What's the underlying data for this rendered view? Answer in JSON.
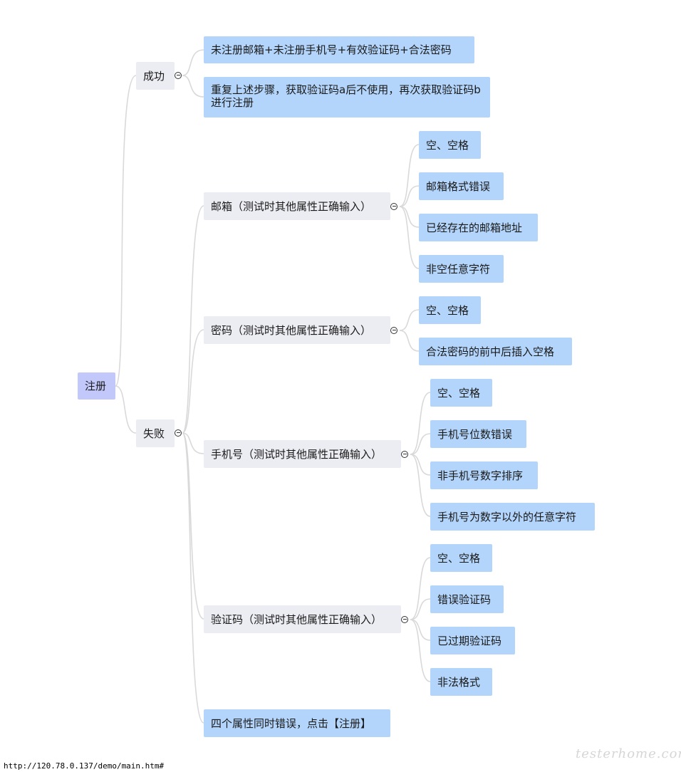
{
  "root": {
    "label": "注册"
  },
  "success": {
    "label": "成功",
    "items": [
      "未注册邮箱+未注册手机号+有效验证码+合法密码",
      "重复上述步骤，获取验证码a后不使用，再次获取验证码b进行注册"
    ]
  },
  "failure": {
    "label": "失败",
    "email": {
      "label": "邮箱（测试时其他属性正确输入）",
      "items": [
        "空、空格",
        "邮箱格式错误",
        "已经存在的邮箱地址",
        "非空任意字符"
      ]
    },
    "password": {
      "label": "密码（测试时其他属性正确输入）",
      "items": [
        "空、空格",
        "合法密码的前中后插入空格"
      ]
    },
    "phone": {
      "label": "手机号（测试时其他属性正确输入）",
      "items": [
        "空、空格",
        "手机号位数错误",
        "非手机号数字排序",
        "手机号为数字以外的任意字符"
      ]
    },
    "captcha": {
      "label": "验证码（测试时其他属性正确输入）",
      "items": [
        "空、空格",
        "错误验证码",
        "已过期验证码",
        "非法格式"
      ]
    },
    "all_wrong": "四个属性同时错误，点击【注册】"
  },
  "status_url": "http://120.78.0.137/demo/main.htm#",
  "watermark": "testerhome.com",
  "colors": {
    "root": "#c3c8fb",
    "level1": "#ecedf2",
    "leaf": "#b3d5fb",
    "connector": "#d9d9d9"
  }
}
